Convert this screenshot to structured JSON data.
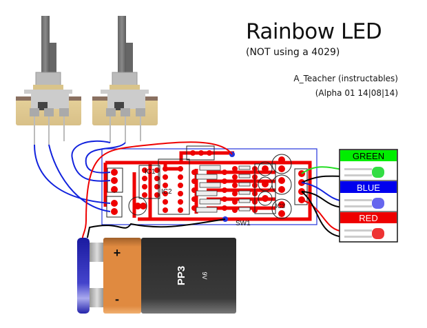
{
  "header": {
    "title": "Rainbow LED",
    "subtitle": "(NOT using a 4029)",
    "author": "A_Teacher (instructables)",
    "version": "(Alpha 01 14|08|14)"
  },
  "board": {
    "ic_labels": [
      "IC1",
      "IC2",
      "IC3"
    ],
    "switch_label": "SW1"
  },
  "leds": [
    {
      "label": "GREEN",
      "color": "#00ee00",
      "text_color": "#000000",
      "led_color": "#33dd44"
    },
    {
      "label": "BLUE",
      "color": "#0000ee",
      "text_color": "#ffffff",
      "led_color": "#6666ee"
    },
    {
      "label": "RED",
      "color": "#ee0000",
      "text_color": "#ffffff",
      "led_color": "#ee3333"
    }
  ],
  "battery": {
    "type": "PP3",
    "voltage": "9V",
    "plus": "+",
    "minus": "-"
  },
  "colors": {
    "copper": "#ee0000",
    "board_outline": "#2233dd",
    "wire_blue": "#1122dd",
    "wire_red": "#ee0000",
    "wire_black": "#000000",
    "wire_green": "#22dd22"
  }
}
